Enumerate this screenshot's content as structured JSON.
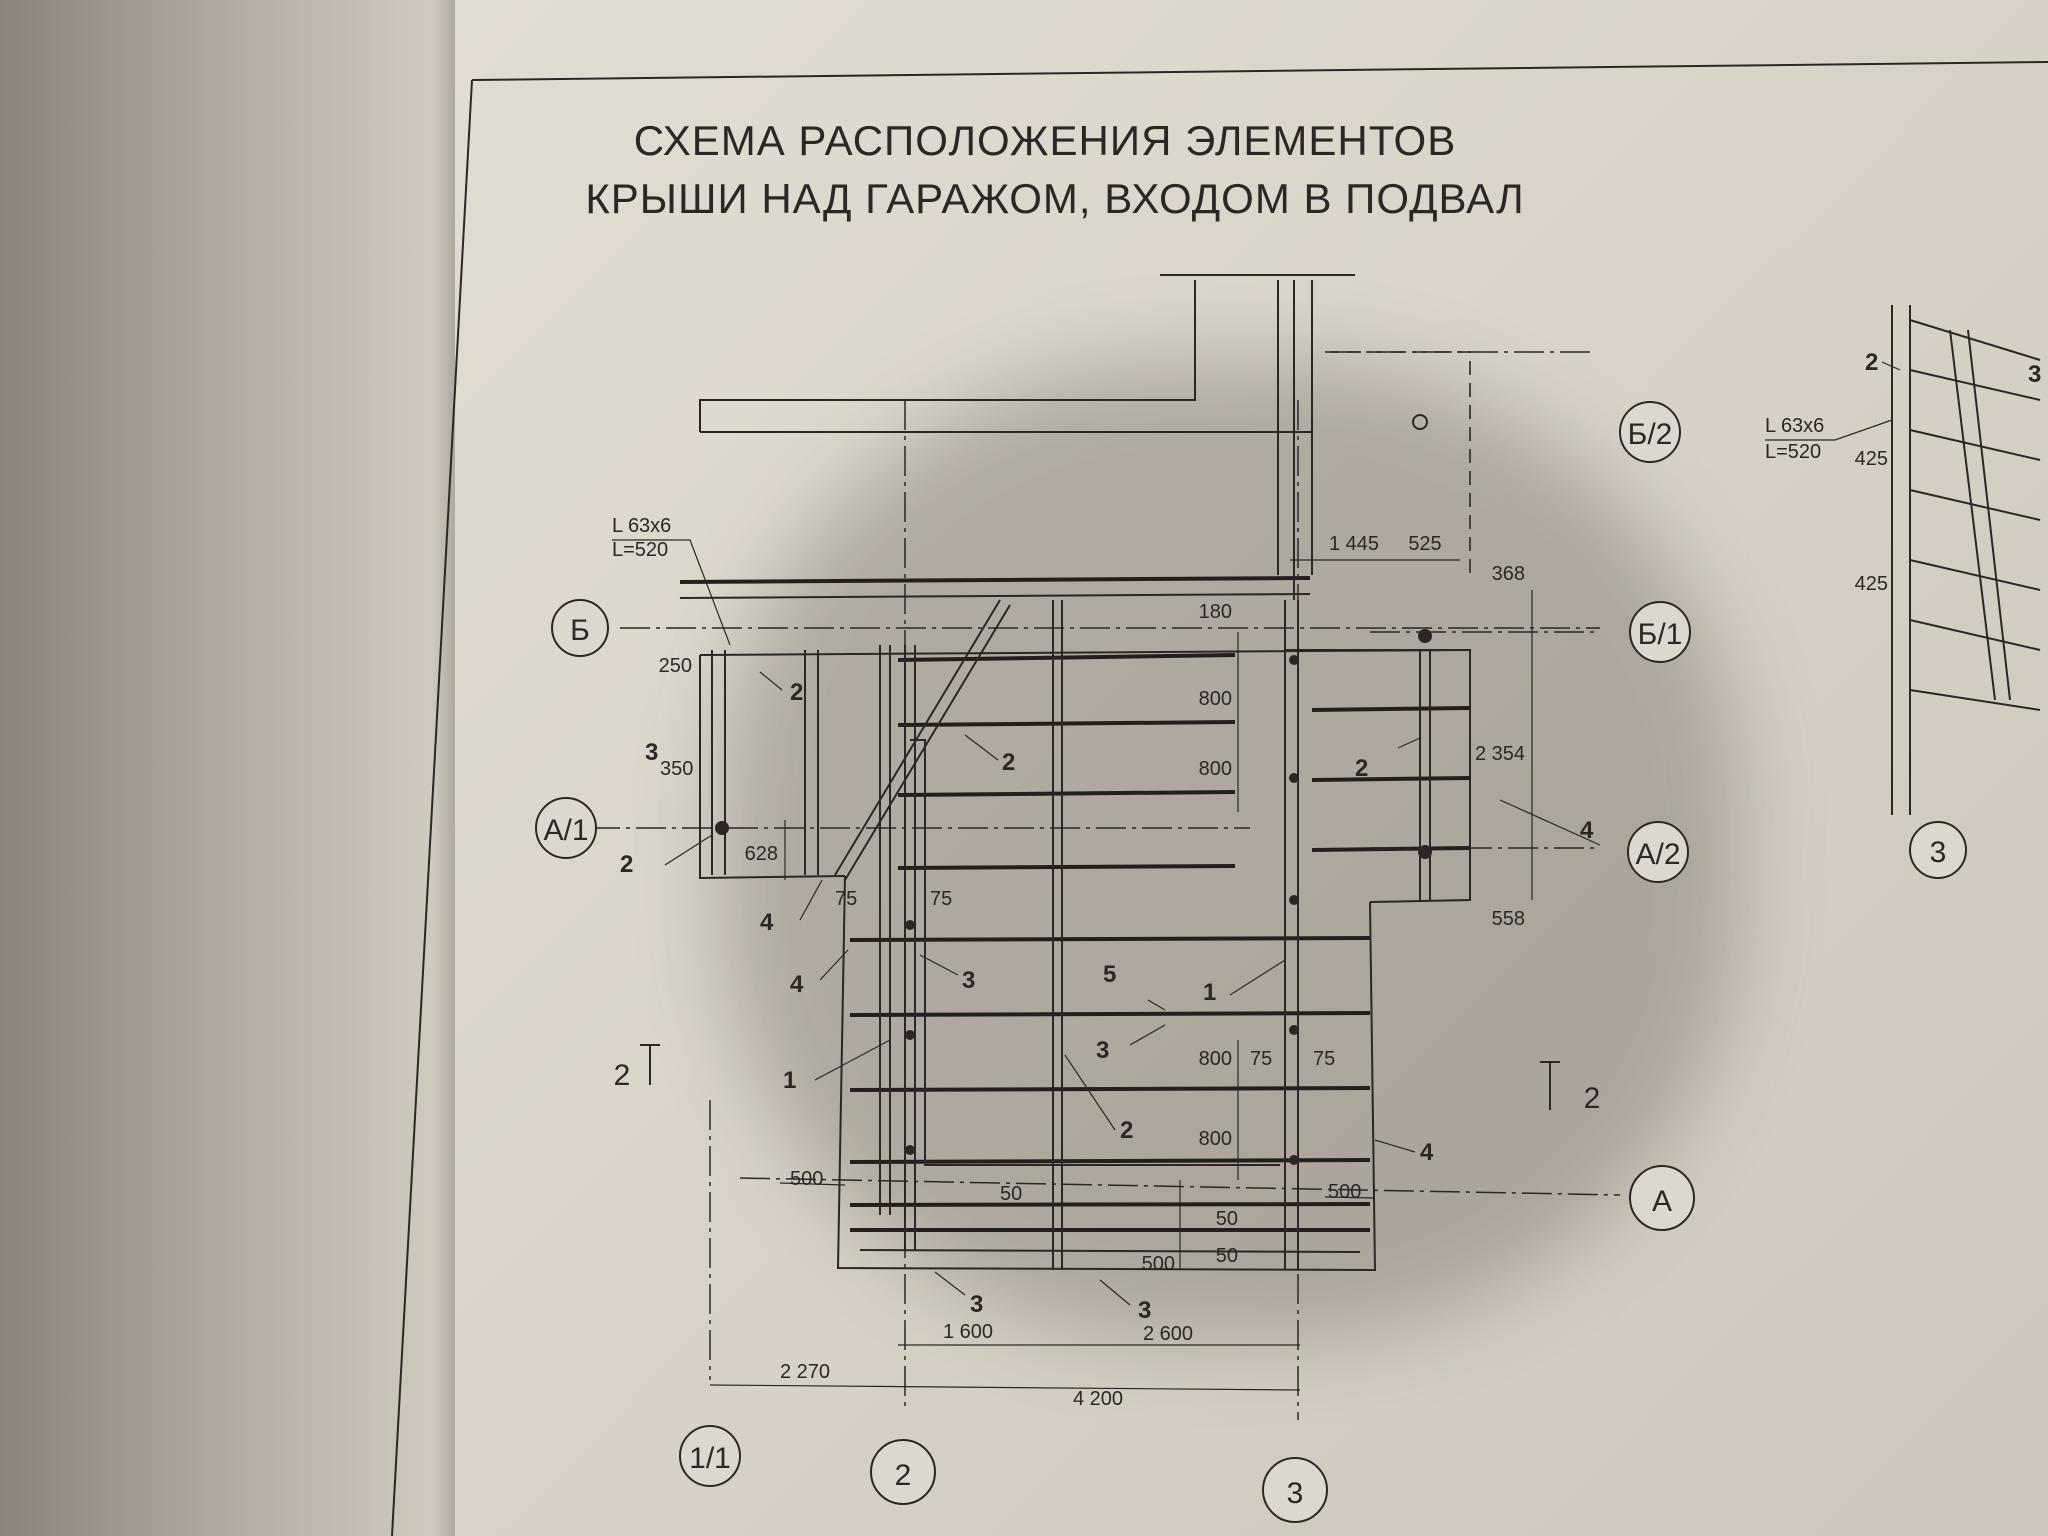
{
  "title": {
    "line1": "СХЕМА РАСПОЛОЖЕНИЯ ЭЛЕМЕНТОВ",
    "line2": "КРЫШИ НАД ГАРАЖОМ, ВХОДОМ В ПОДВАЛ"
  },
  "axes": {
    "b": "Б",
    "b1": "Б/1",
    "b2": "Б/2",
    "a1": "А/1",
    "a2": "А/2",
    "a": "А",
    "ax11": "1/1",
    "ax2": "2",
    "ax3": "3",
    "ax3_detail": "3"
  },
  "angle": {
    "profile": "L 63x6",
    "length": "L=520"
  },
  "dimensions": {
    "d1445": "1 445",
    "d525": "525",
    "d368": "368",
    "d2354": "2 354",
    "d558": "558",
    "d180": "180",
    "d800a": "800",
    "d800b": "800",
    "d800c": "800",
    "d800d": "800",
    "d250": "250",
    "d350": "350",
    "d628": "628",
    "d75a": "75",
    "d75b": "75",
    "d75c": "75",
    "d75d": "75",
    "d500a": "500",
    "d500b": "500",
    "d500c": "500",
    "d50a": "50",
    "d50b": "50",
    "d50c": "50",
    "d1600": "1 600",
    "d2600": "2 600",
    "d2270": "2 270",
    "d4200": "4 200"
  },
  "marks": {
    "m2a": "2",
    "m2b": "2",
    "m2c": "2",
    "m2d": "2",
    "m2e": "2",
    "m3a": "3",
    "m3b": "3",
    "m3c": "3",
    "m3d": "3",
    "m3e": "3",
    "m4a": "4",
    "m4b": "4",
    "m4c": "4",
    "m4d": "4",
    "m1a": "1",
    "m1b": "1",
    "m5": "5"
  },
  "section": {
    "left": "2",
    "right": "2"
  },
  "detail": {
    "profile": "L 63x6",
    "length": "L=520",
    "d425a": "425",
    "d425b": "425",
    "mark2": "2",
    "mark3": "3"
  }
}
